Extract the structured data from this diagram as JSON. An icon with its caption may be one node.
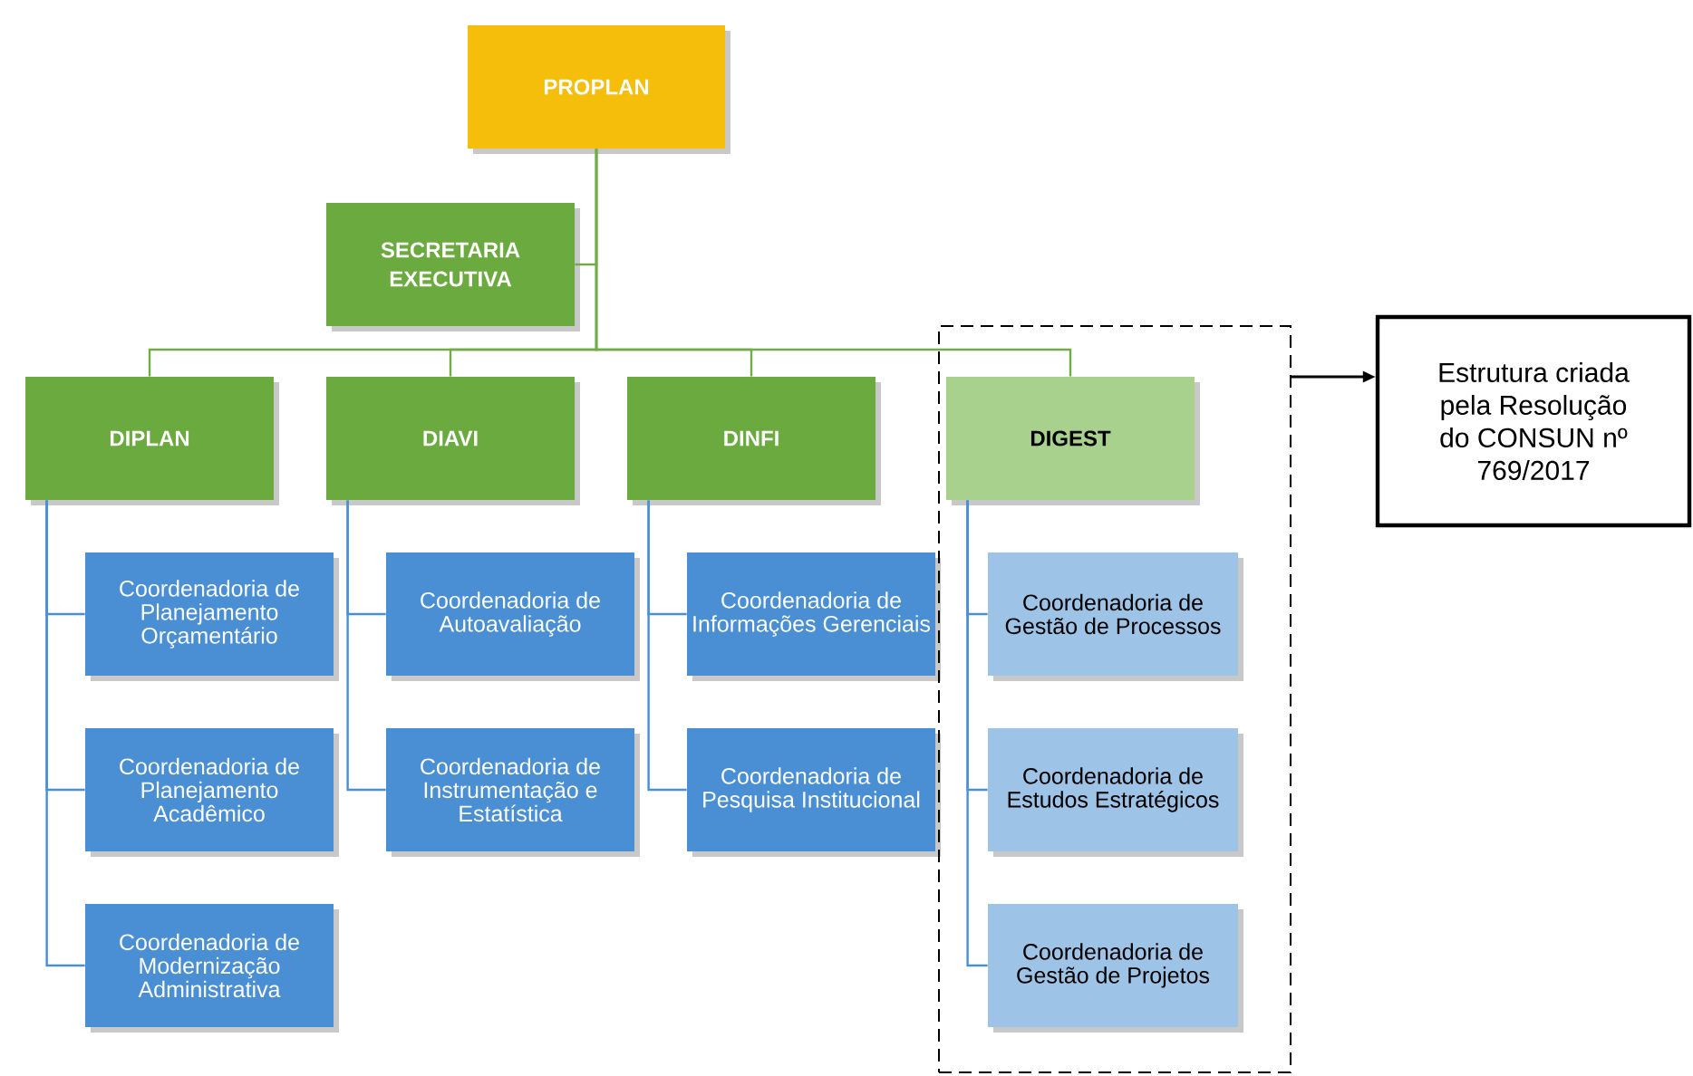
{
  "diagram": {
    "nodes": [
      {
        "text": [
          "PROPLAN"
        ]
      },
      {
        "text": [
          "SECRETARIA EXECUTIVA"
        ]
      },
      {
        "text": [
          "DIPLAN"
        ]
      },
      {
        "text": [
          "DIAVI"
        ]
      },
      {
        "text": [
          "DINFI"
        ]
      },
      {
        "text": [],
        "shape": "box"
      },
      {
        "text": [
          "DIGEST"
        ],
        "in": 5
      },
      {
        "text": [
          "Coordenadoria de Planejamento Orçamentário"
        ]
      },
      {
        "text": [
          "Coordenadoria de Planejamento Acadêmico"
        ]
      },
      {
        "text": [
          "Coordenadoria de Modernização Administrativa"
        ]
      },
      {
        "text": [
          "Coordenadoria de Autoavaliação"
        ]
      },
      {
        "text": [
          "Coordenadoria de Instrumentação e Estatística"
        ]
      },
      {
        "text": [
          "Coordenadoria de Informações Gerenciais"
        ]
      },
      {
        "text": [
          "Coordenadoria de Pesquisa Institucional"
        ]
      },
      {
        "text": [
          "Coordenadoria de Gestão de Processos"
        ],
        "in": 5
      },
      {
        "text": [
          "Coordenadoria de Estudos Estratégicos"
        ],
        "in": 5
      },
      {
        "text": [
          "Coordenadoria de Gestão de Projetos"
        ],
        "in": 5
      },
      {
        "text": [
          "Estrutura criada pela Resolução do CONSUN nº 769/2017"
        ]
      }
    ],
    "edges": [
      {
        "from": 0,
        "to": 1,
        "arrow": "none",
        "color": "#70ad47"
      },
      {
        "from": 0,
        "to": 2,
        "arrow": "none",
        "color": "#70ad47"
      },
      {
        "from": 0,
        "to": 3,
        "arrow": "none",
        "color": "#70ad47"
      },
      {
        "from": 0,
        "to": 4,
        "arrow": "none",
        "color": "#70ad47"
      },
      {
        "from": 0,
        "to": 6,
        "arrow": "none",
        "color": "#70ad47"
      },
      {
        "from": 2,
        "to": 7,
        "arrow": "none"
      },
      {
        "from": 2,
        "to": 8,
        "arrow": "none"
      },
      {
        "from": 2,
        "to": 9,
        "arrow": "none"
      },
      {
        "from": 3,
        "to": 10,
        "arrow": "none"
      },
      {
        "from": 3,
        "to": 11,
        "arrow": "none"
      },
      {
        "from": 4,
        "to": 12,
        "arrow": "none"
      },
      {
        "from": 4,
        "to": 13,
        "arrow": "none"
      },
      {
        "from": 6,
        "to": 14,
        "arrow": "none"
      },
      {
        "from": 6,
        "to": 15,
        "arrow": "none"
      },
      {
        "from": 6,
        "to": 16,
        "arrow": "none"
      },
      {
        "from": 5,
        "to": 17,
        "arrow": "to",
        "color": "#000000"
      }
    ]
  }
}
